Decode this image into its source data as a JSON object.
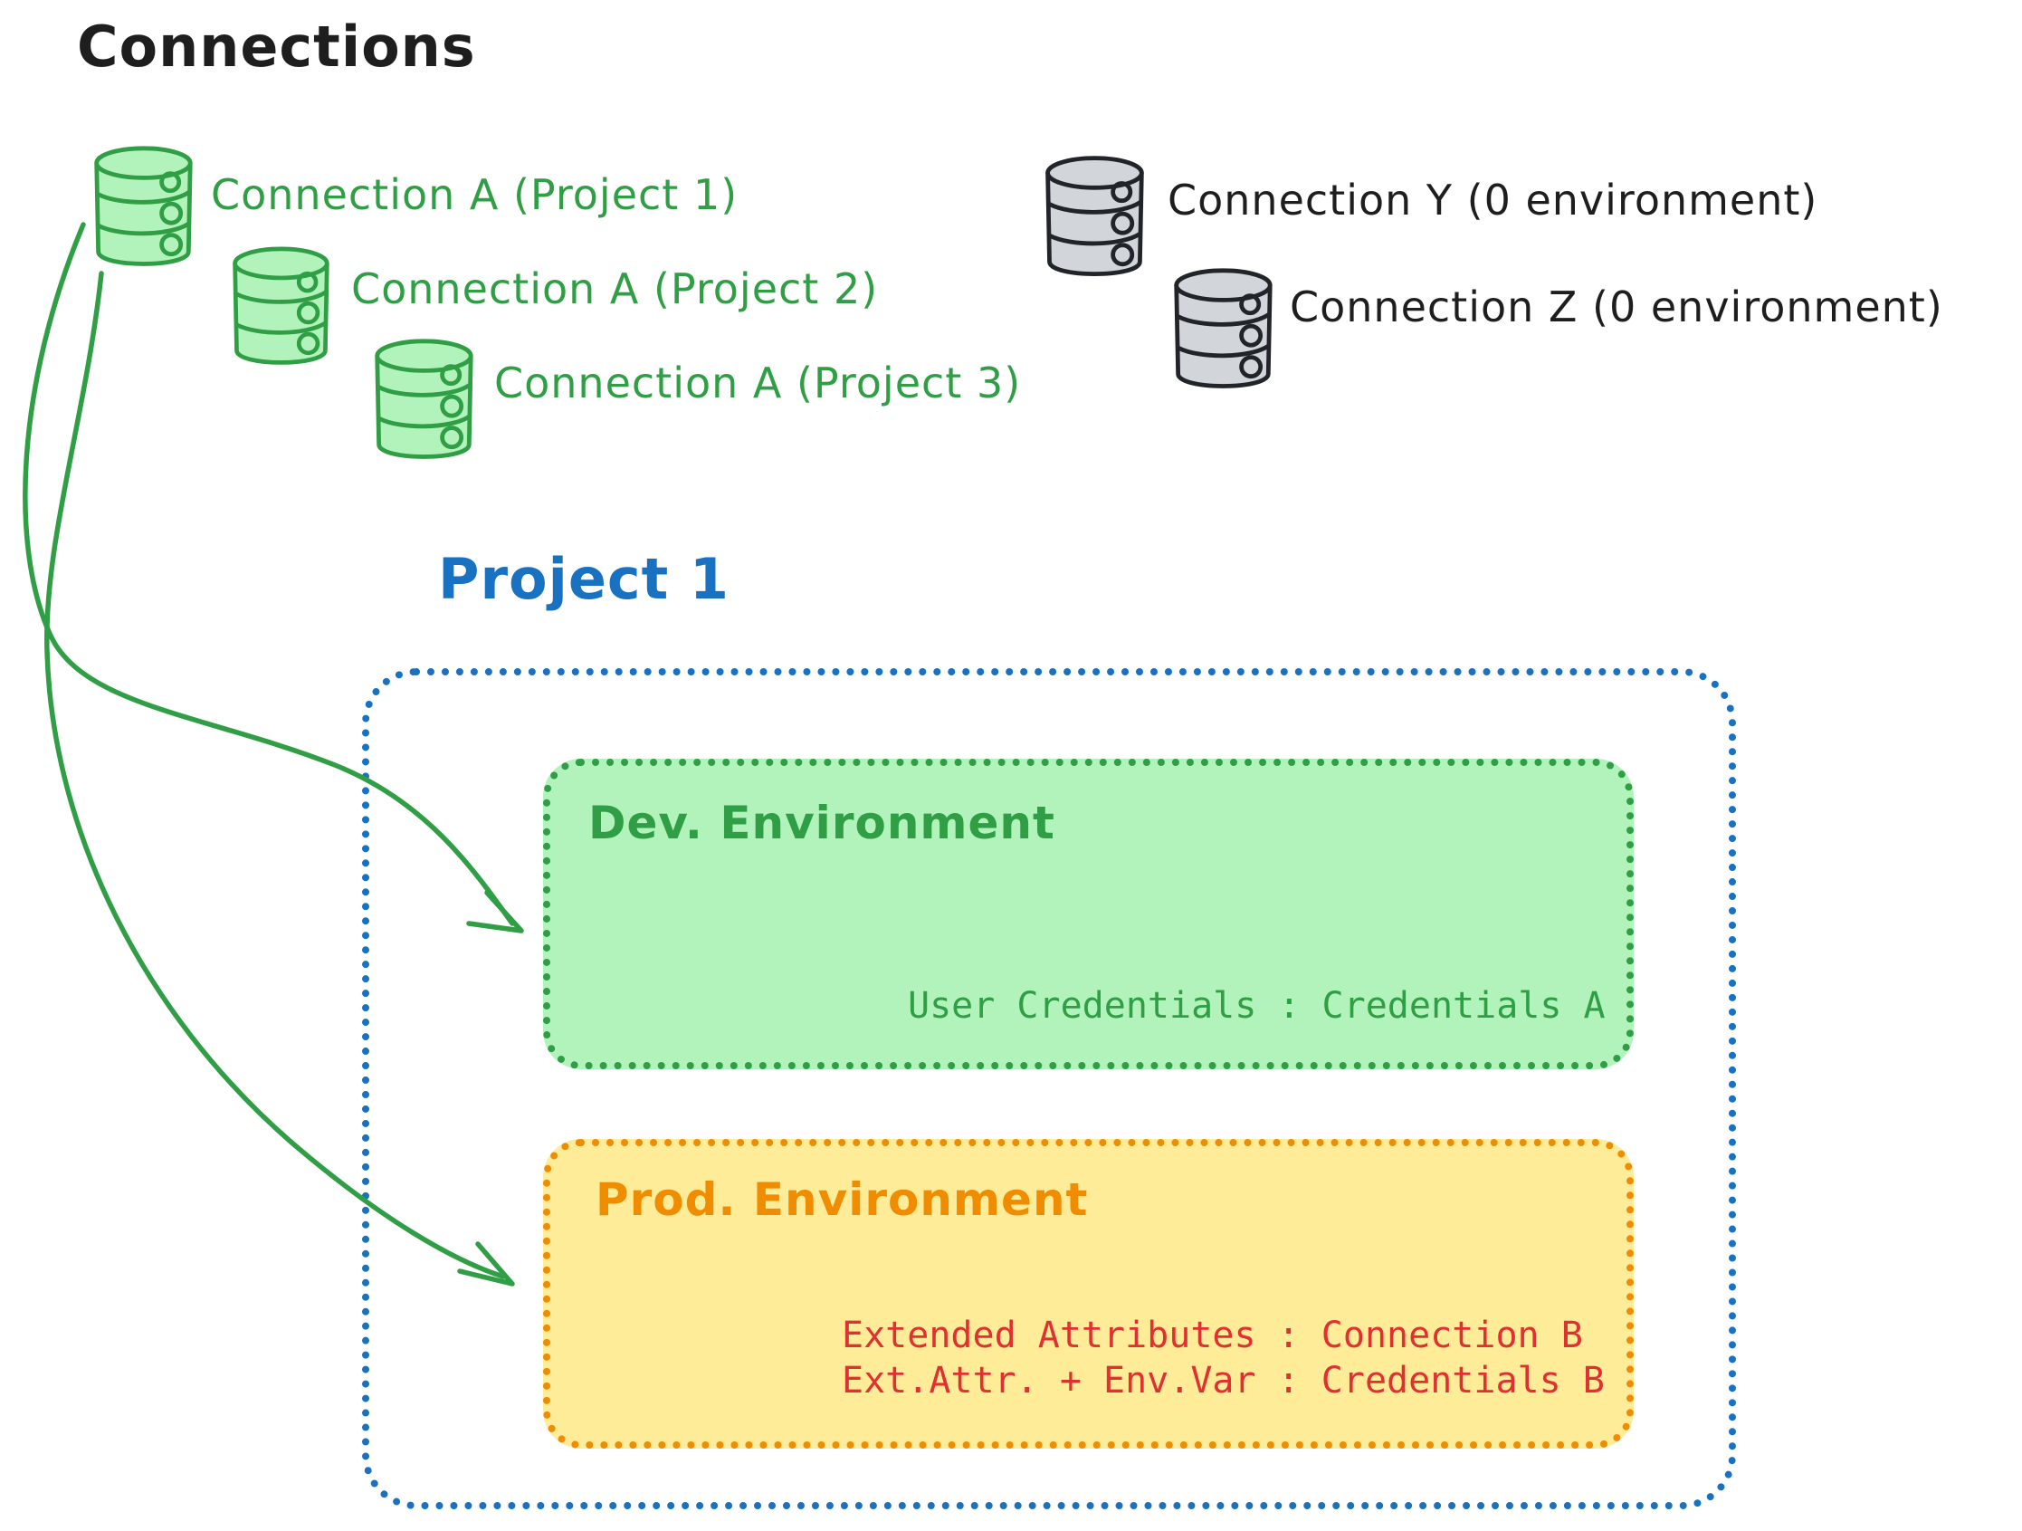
{
  "diagram_title": "Connections",
  "green_connections": [
    {
      "label": "Connection A (Project 1)"
    },
    {
      "label": "Connection A (Project 2)"
    },
    {
      "label": "Connection A (Project 3)"
    }
  ],
  "gray_connections": [
    {
      "label": "Connection Y (0 environment)"
    },
    {
      "label": "Connection Z (0 environment)"
    }
  ],
  "project": {
    "title": "Project 1",
    "dev_environment": {
      "title": "Dev. Environment",
      "mapping": "User Credentials : Credentials A"
    },
    "prod_environment": {
      "title": "Prod. Environment",
      "mappings": [
        "Extended Attributes : Connection B",
        "Ext.Attr. + Env.Var : Credentials B"
      ]
    }
  },
  "colors": {
    "text_black": "#1e1e1e",
    "green_stroke": "#2f9e44",
    "green_fill": "#b2f2bb",
    "blue": "#1971c2",
    "orange_stroke": "#f08c00",
    "yellow_fill": "#ffec99",
    "red_text": "#e03131",
    "gray_fill": "#d2d6db",
    "gray_stroke": "#212529"
  }
}
